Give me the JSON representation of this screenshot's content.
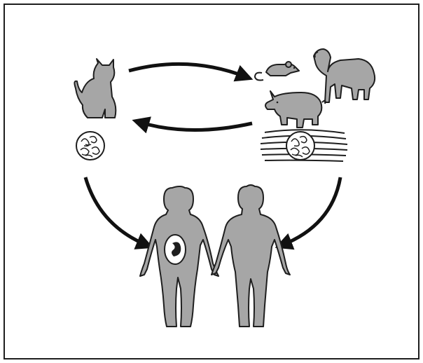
{
  "diagram": {
    "type": "life-cycle",
    "colors": {
      "figure_fill": "#a6a6a6",
      "outline": "#1e1e1e",
      "arrow": "#111111",
      "background": "#ffffff",
      "uterus_fill": "#ffffff"
    },
    "nodes": [
      {
        "id": "cat",
        "icon": "cat-icon"
      },
      {
        "id": "oocyst",
        "icon": "oocyst-icon"
      },
      {
        "id": "mouse",
        "icon": "mouse-icon"
      },
      {
        "id": "sheep",
        "icon": "sheep-icon"
      },
      {
        "id": "pig",
        "icon": "pig-icon"
      },
      {
        "id": "tissue-cyst-in-muscle",
        "icon": "tissue-cyst-icon"
      },
      {
        "id": "pregnant-woman",
        "icon": "pregnant-woman-icon"
      },
      {
        "id": "man",
        "icon": "man-icon"
      }
    ],
    "edges": [
      {
        "from": "cat",
        "to": "intermediate-hosts"
      },
      {
        "from": "intermediate-hosts",
        "to": "cat"
      },
      {
        "from": "oocyst",
        "to": "pregnant-woman"
      },
      {
        "from": "tissue-cyst-in-muscle",
        "to": "man"
      }
    ]
  }
}
